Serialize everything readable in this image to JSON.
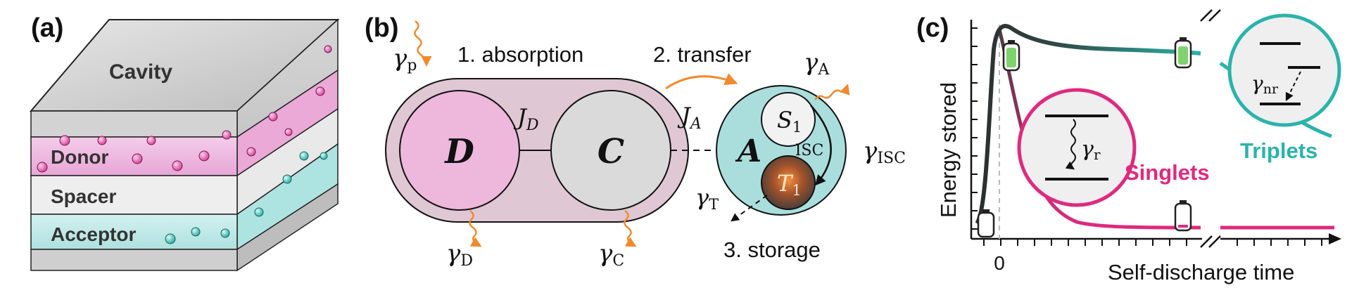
{
  "panels": {
    "a": {
      "letter": "(a)",
      "layers": {
        "cavity": "Cavity",
        "donor": "Donor",
        "spacer": "Spacer",
        "acceptor": "Acceptor"
      }
    },
    "b": {
      "letter": "(b)",
      "nodes": {
        "D": "D",
        "C": "C",
        "A": "A",
        "S1_main": "S",
        "S1_sub": "1",
        "T1_main": "T",
        "T1_sub": "1",
        "isc": "ISC"
      },
      "couplings": {
        "JD_main": "J",
        "JD_sub": "D",
        "JA_main": "J",
        "JA_sub": "A"
      },
      "rates": {
        "gp_main": "γ",
        "gp_sub": "p",
        "gA_main": "γ",
        "gA_sub": "A",
        "gISC_main": "γ",
        "gISC_sub": "ISC",
        "gT_main": "γ",
        "gT_sub": "T",
        "gD_main": "γ",
        "gD_sub": "D",
        "gC_main": "γ",
        "gC_sub": "C"
      },
      "steps": {
        "absorption": "1. absorption",
        "transfer": "2. transfer",
        "storage": "3. storage"
      }
    },
    "c": {
      "letter": "(c)",
      "ylabel": "Energy stored",
      "xlabel": "Self-discharge time",
      "xtick_zero": "0",
      "series": {
        "singlets": "Singlets",
        "triplets": "Triplets"
      },
      "insets": {
        "gr_main": "γ",
        "gr_sub": "r",
        "gnr_main": "γ",
        "gnr_sub": "nr"
      }
    }
  },
  "colors": {
    "donor": "#eeb7dc",
    "acceptor": "#c6ecec",
    "pink": "#de2a7f",
    "teal": "#2bb3aa",
    "orange": "#f08a2e"
  }
}
